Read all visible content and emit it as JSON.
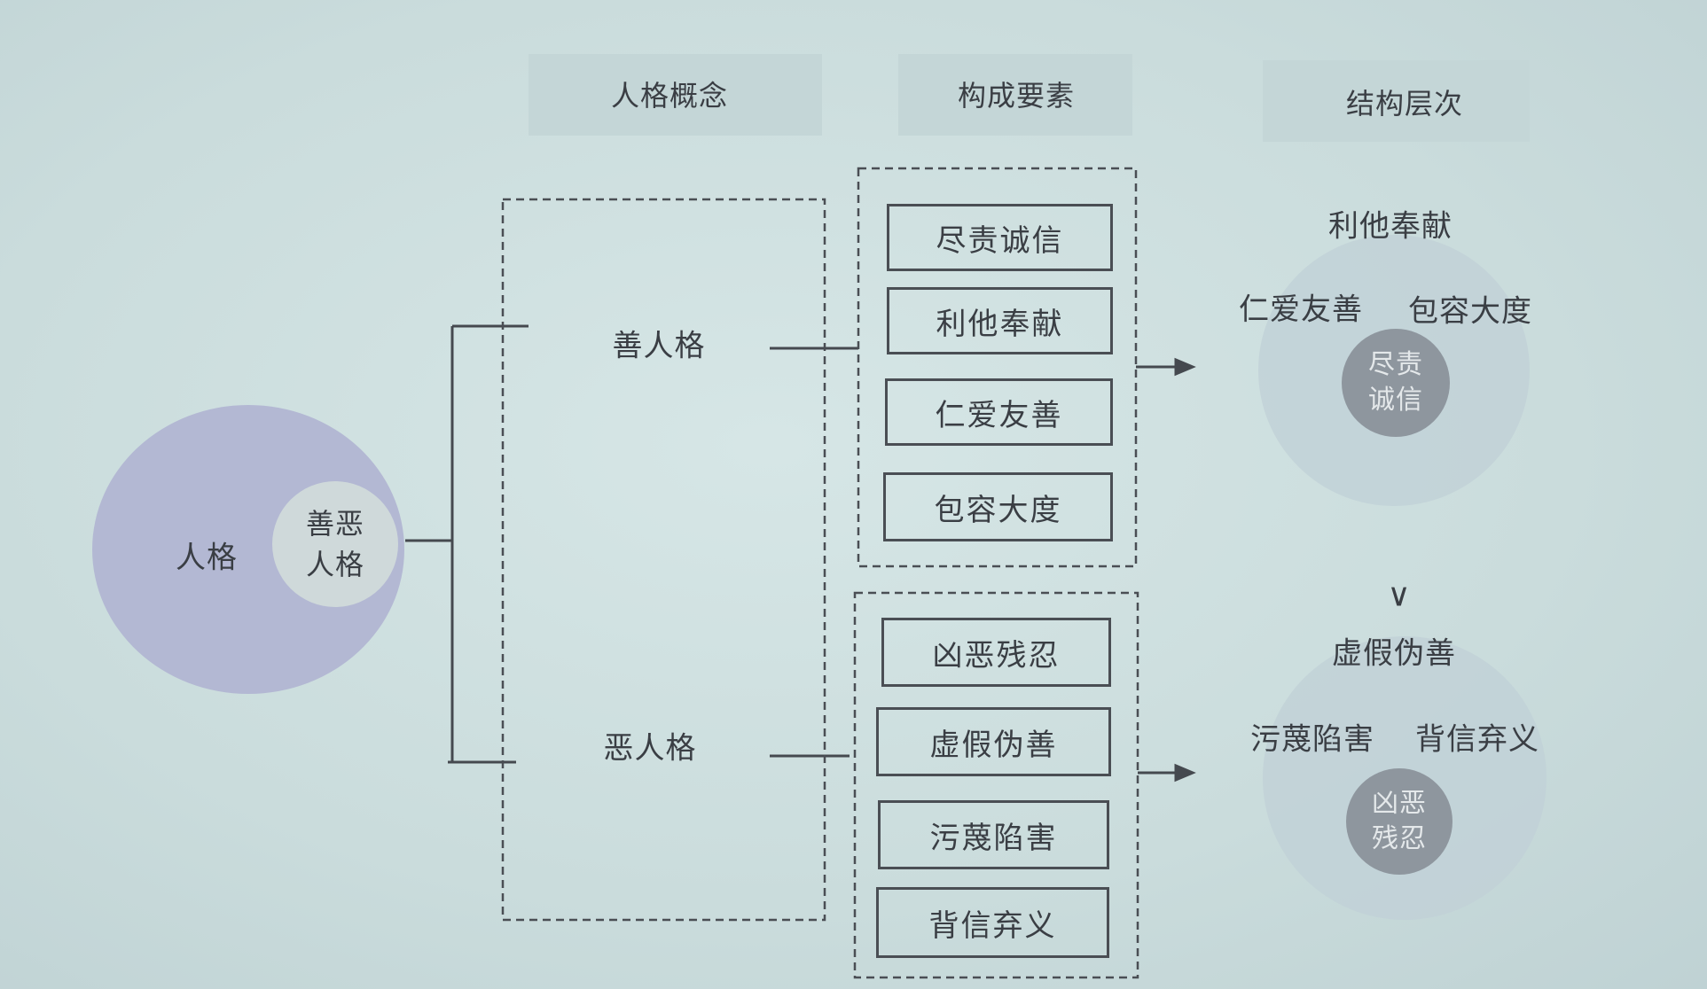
{
  "headers": {
    "concept": "人格概念",
    "elements": "构成要素",
    "structure": "结构层次"
  },
  "root": {
    "outer_label": "人格",
    "inner_label": "善恶人格"
  },
  "branches": {
    "good": "善人格",
    "evil": "恶人格"
  },
  "good_elements": [
    "尽责诚信",
    "利他奉献",
    "仁爱友善",
    "包容大度"
  ],
  "evil_elements": [
    "凶恶残忍",
    "虚假伪善",
    "污蔑陷害",
    "背信弃义"
  ],
  "good_structure": {
    "top": "利他奉献",
    "left": "仁爱友善",
    "right": "包容大度",
    "core": "尽责诚信"
  },
  "comparison_symbol": "∨",
  "evil_structure": {
    "top": "虚假伪善",
    "left": "污蔑陷害",
    "right": "背信弃义",
    "core": "凶恶残忍"
  },
  "colors": {
    "background": "#cadcdc",
    "root_circle": "#b3b8d3",
    "core_circle": "#8e969e"
  }
}
